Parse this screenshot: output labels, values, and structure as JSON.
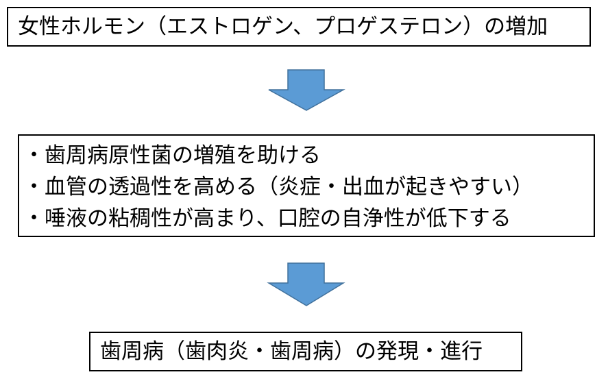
{
  "diagram": {
    "step1": "女性ホルモン（エストロゲン、プロゲステロン）の増加",
    "step2_items": [
      "・歯周病原性菌の増殖を助ける",
      "・血管の透過性を高める（炎症・出血が起きやすい）",
      "・唾液の粘稠性が高まり、口腔の自浄性が低下する"
    ],
    "step3": "歯周病（歯肉炎・歯周病）の発現・進行",
    "colors": {
      "arrow_fill": "#5B9BD5",
      "arrow_stroke": "#41719C",
      "border": "#000000"
    }
  }
}
